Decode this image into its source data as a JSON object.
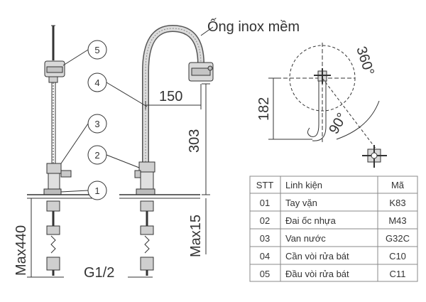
{
  "labels": {
    "hose": "Ống inox mềm",
    "d150": "150",
    "d303": "303",
    "d182": "182",
    "a360": "360°",
    "a90": "90°",
    "max440": "Max440",
    "max15": "Max15",
    "g12": "G1/2"
  },
  "callouts": [
    "5",
    "4",
    "3",
    "2",
    "1"
  ],
  "table": {
    "headers": [
      "STT",
      "Linh kiện",
      "Mã"
    ],
    "rows": [
      [
        "01",
        "Tay vặn",
        "K83"
      ],
      [
        "02",
        "Đai ốc nhựa",
        "M43"
      ],
      [
        "03",
        "Van nước",
        "G32C"
      ],
      [
        "04",
        "Cần vòi rửa bát",
        "C10"
      ],
      [
        "05",
        "Đầu vòi rửa bát",
        "C11"
      ]
    ]
  }
}
